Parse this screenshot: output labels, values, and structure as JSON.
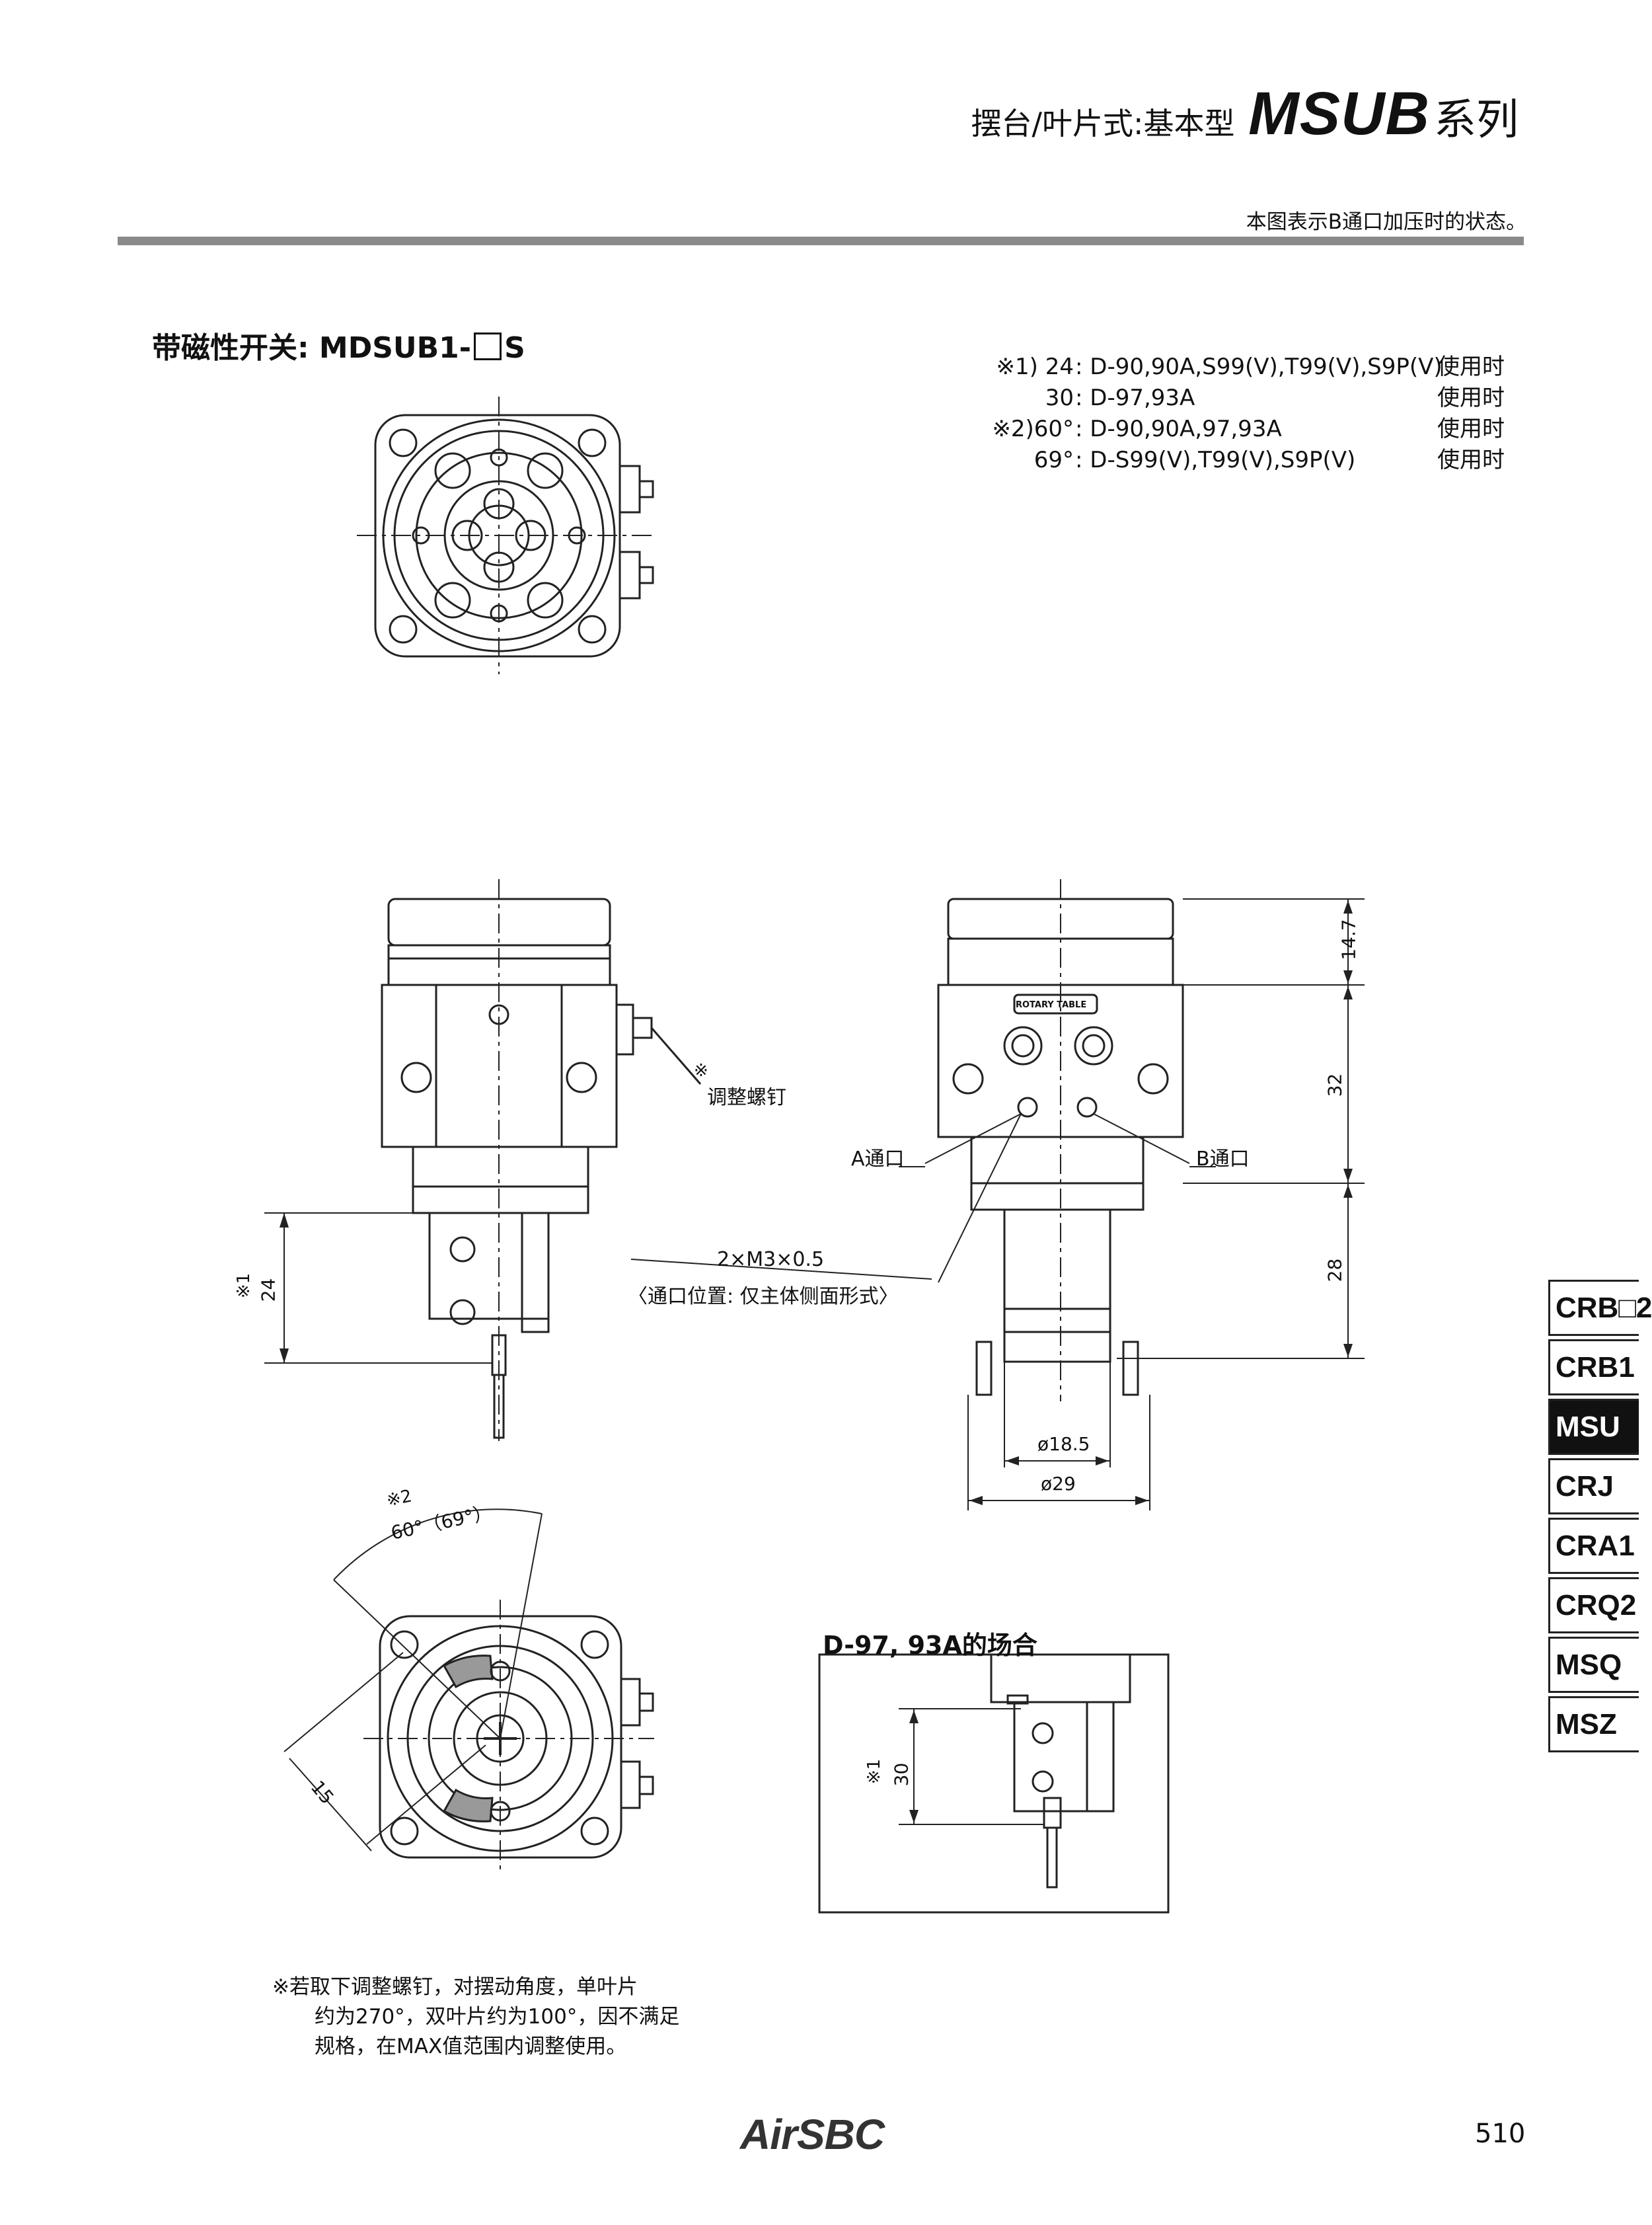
{
  "header": {
    "category": "摆台/叶片式:基本型",
    "series_code": "MSUB",
    "series_suffix": "系列",
    "note": "本图表示B通口加压时的状态。"
  },
  "model": {
    "prefix": "带磁性开关: MDSUB1-",
    "suffix": "S"
  },
  "notes": [
    {
      "key": "※1) 24",
      "value": ": D-90,90A,S99(V),T99(V),S9P(V)",
      "use": "使用时"
    },
    {
      "key": "30",
      "value": ": D-97,93A",
      "use": "使用时"
    },
    {
      "key": "※2)60°",
      "value": ": D-90,90A,97,93A",
      "use": "使用时"
    },
    {
      "key": "69°",
      "value": ": D-S99(V),T99(V),S9P(V)",
      "use": "使用时"
    }
  ],
  "labels": {
    "adjust_mark": "※",
    "adjust_screw": "调整螺钉",
    "port_a": "A通口",
    "port_b": "B通口",
    "thread": "2×M3×0.5",
    "port_position": "〈通口位置: 仅主体侧面形式〉",
    "rotary_table": "ROTARY TABLE",
    "dim_147": "14.7",
    "dim_32": "32",
    "dim_28": "28",
    "dia_185": "ø18.5",
    "dia_29": "ø29",
    "dim_note1": "※1",
    "dim_24": "24",
    "angle_note": "※2",
    "angle_value": "60°（69°）",
    "dim_15": "15",
    "dim_30": "30"
  },
  "case_title": "D-97, 93A的场合",
  "footnote": [
    "※若取下调整螺钉，对摆动角度，单叶片",
    "约为270°，双叶片约为100°，因不满足",
    "规格，在MAX值范围内调整使用。"
  ],
  "brand": "AirSBC",
  "page_number": "510",
  "side_tabs": [
    {
      "label": "CRB□2",
      "active": false
    },
    {
      "label": "CRB1",
      "active": false
    },
    {
      "label": "MSU",
      "active": true
    },
    {
      "label": "CRJ",
      "active": false
    },
    {
      "label": "CRA1",
      "active": false
    },
    {
      "label": "CRQ2",
      "active": false
    },
    {
      "label": "MSQ",
      "active": false
    },
    {
      "label": "MSZ",
      "active": false
    }
  ],
  "colors": {
    "rule": "#8a8a8a",
    "active_tab": "#111111",
    "line": "#222222"
  }
}
